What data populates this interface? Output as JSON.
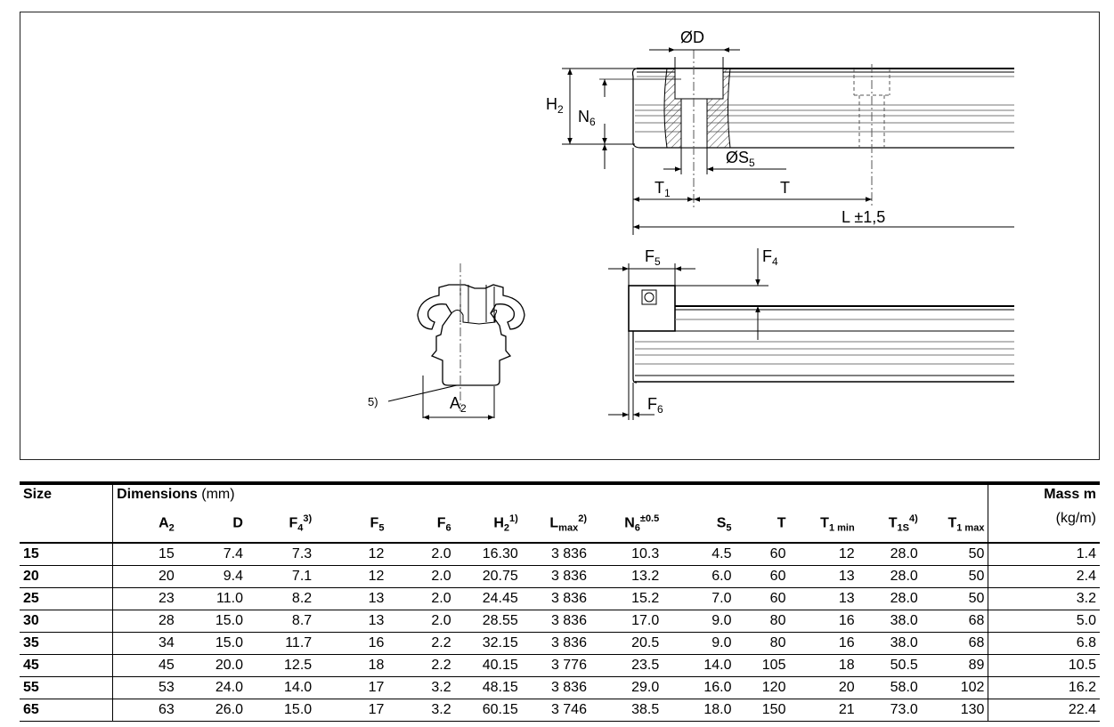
{
  "drawing": {
    "labels": {
      "D": "ØD",
      "H2_main": "H",
      "H2_sub": "2",
      "N6_main": "N",
      "N6_sub": "6",
      "S5_main": "ØS",
      "S5_sub": "5",
      "T1_main": "T",
      "T1_sub": "1",
      "T": "T",
      "L": "L ±1,5",
      "F5_main": "F",
      "F5_sub": "5",
      "F4_main": "F",
      "F4_sub": "4",
      "F6_main": "F",
      "F6_sub": "6",
      "A2_main": "A",
      "A2_sub": "2",
      "note5": "5)"
    }
  },
  "table": {
    "size_header": "Size",
    "dimensions_header": "Dimensions",
    "dimensions_unit": "(mm)",
    "mass_header": "Mass m",
    "mass_unit": "(kg/m)",
    "columns": [
      {
        "main": "A",
        "sub": "2",
        "sup": ""
      },
      {
        "main": "D",
        "sub": "",
        "sup": ""
      },
      {
        "main": "F",
        "sub": "4",
        "sup": "3)"
      },
      {
        "main": "F",
        "sub": "5",
        "sup": ""
      },
      {
        "main": "F",
        "sub": "6",
        "sup": ""
      },
      {
        "main": "H",
        "sub": "2",
        "sup": "1)"
      },
      {
        "main": "L",
        "sub": "max",
        "sup": "2)"
      },
      {
        "main": "N",
        "sub": "6",
        "sup": "±0.5"
      },
      {
        "main": "S",
        "sub": "5",
        "sup": ""
      },
      {
        "main": "T",
        "sub": "",
        "sup": ""
      },
      {
        "main": "T",
        "sub": "1 min",
        "sup": ""
      },
      {
        "main": "T",
        "sub": "1S",
        "sup": "4)"
      },
      {
        "main": "T",
        "sub": "1 max",
        "sup": ""
      }
    ],
    "rows": [
      [
        "15",
        "15",
        "7.4",
        "7.3",
        "12",
        "2.0",
        "16.30",
        "3 836",
        "10.3",
        "4.5",
        "60",
        "12",
        "28.0",
        "50",
        "1.4"
      ],
      [
        "20",
        "20",
        "9.4",
        "7.1",
        "12",
        "2.0",
        "20.75",
        "3 836",
        "13.2",
        "6.0",
        "60",
        "13",
        "28.0",
        "50",
        "2.4"
      ],
      [
        "25",
        "23",
        "11.0",
        "8.2",
        "13",
        "2.0",
        "24.45",
        "3 836",
        "15.2",
        "7.0",
        "60",
        "13",
        "28.0",
        "50",
        "3.2"
      ],
      [
        "30",
        "28",
        "15.0",
        "8.7",
        "13",
        "2.0",
        "28.55",
        "3 836",
        "17.0",
        "9.0",
        "80",
        "16",
        "38.0",
        "68",
        "5.0"
      ],
      [
        "35",
        "34",
        "15.0",
        "11.7",
        "16",
        "2.2",
        "32.15",
        "3 836",
        "20.5",
        "9.0",
        "80",
        "16",
        "38.0",
        "68",
        "6.8"
      ],
      [
        "45",
        "45",
        "20.0",
        "12.5",
        "18",
        "2.2",
        "40.15",
        "3 776",
        "23.5",
        "14.0",
        "105",
        "18",
        "50.5",
        "89",
        "10.5"
      ],
      [
        "55",
        "53",
        "24.0",
        "14.0",
        "17",
        "3.2",
        "48.15",
        "3 836",
        "29.0",
        "16.0",
        "120",
        "20",
        "58.0",
        "102",
        "16.2"
      ],
      [
        "65",
        "63",
        "26.0",
        "15.0",
        "17",
        "3.2",
        "60.15",
        "3 746",
        "38.5",
        "18.0",
        "150",
        "21",
        "73.0",
        "130",
        "22.4"
      ]
    ]
  }
}
